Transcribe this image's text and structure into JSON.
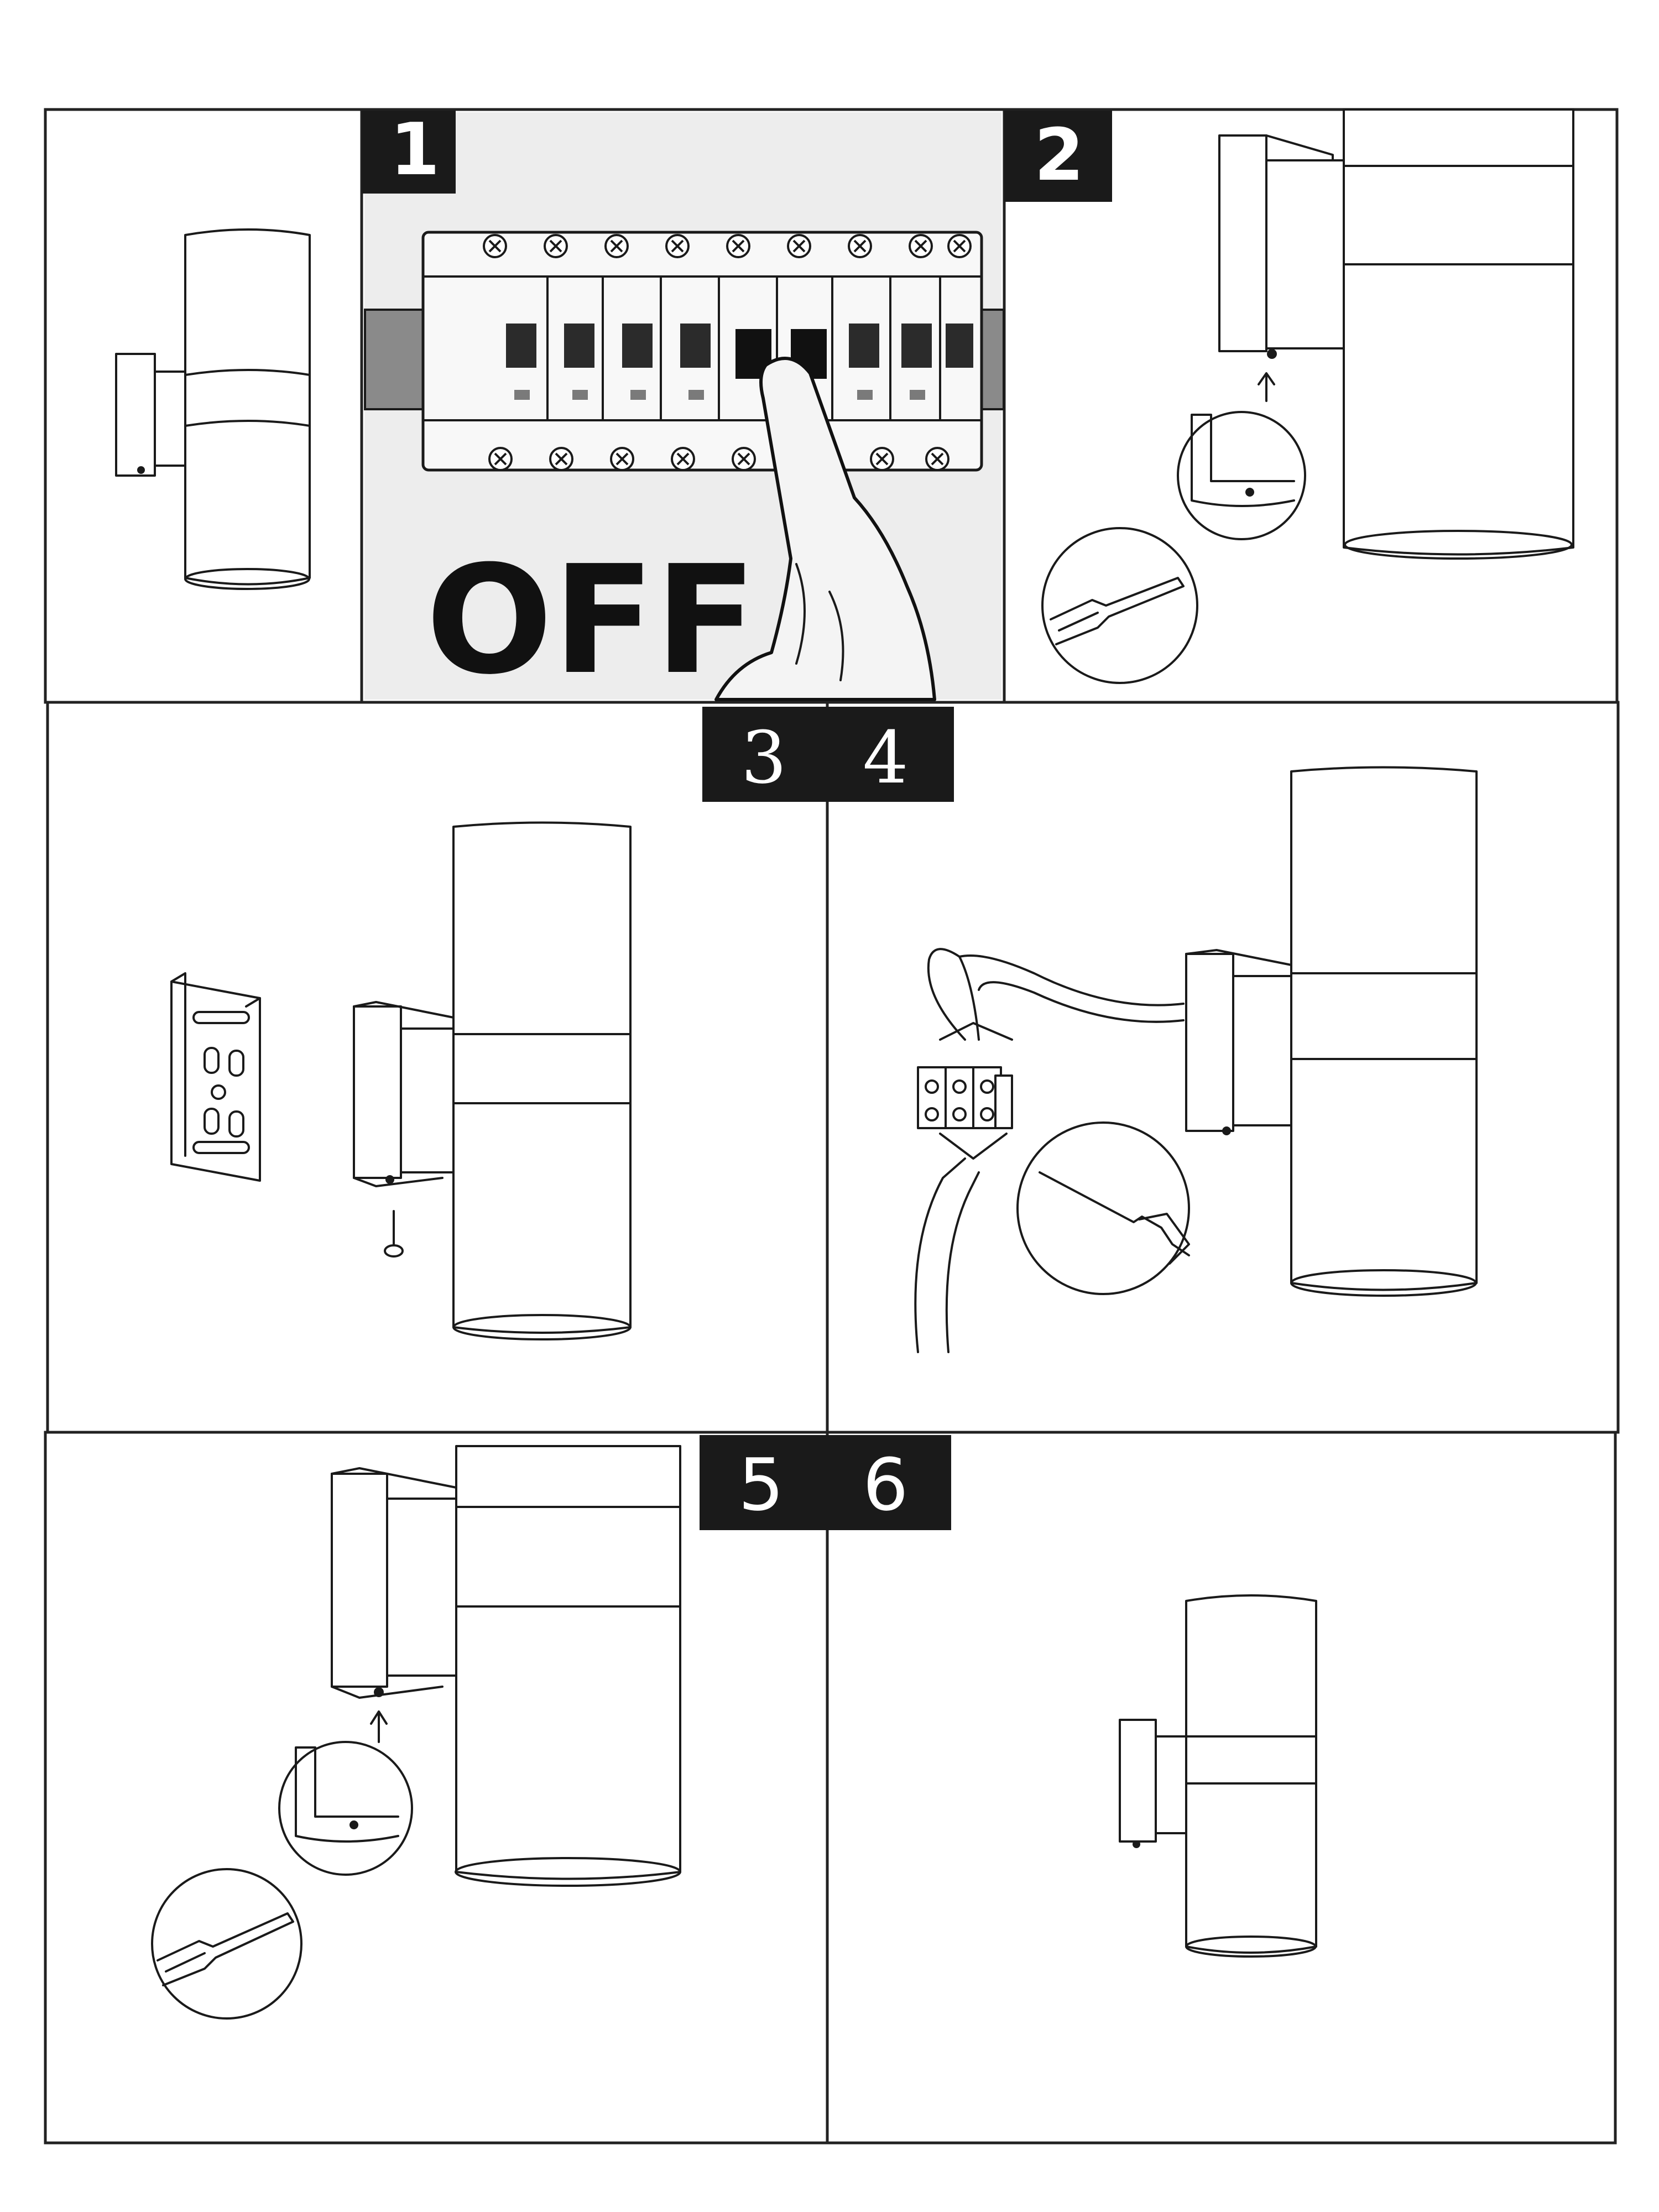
{
  "colors": {
    "line": "#1a1a1a",
    "badge": "#1a1a1a",
    "breaker_panel_bg": "#ededed",
    "switch_dark": "#2b2b2b"
  },
  "steps": [
    {
      "number": "1",
      "caption": "OFF"
    },
    {
      "number": "2"
    },
    {
      "number": "3"
    },
    {
      "number": "4"
    },
    {
      "number": "5"
    },
    {
      "number": "6"
    }
  ],
  "icons": [
    "wall-lamp-icon",
    "circuit-breaker-icon",
    "hand-pointing-icon",
    "screwdriver-icon",
    "mounting-bracket-icon",
    "screw-icon",
    "terminal-block-icon",
    "arrow-up-icon",
    "magnifier-circle-icon"
  ]
}
